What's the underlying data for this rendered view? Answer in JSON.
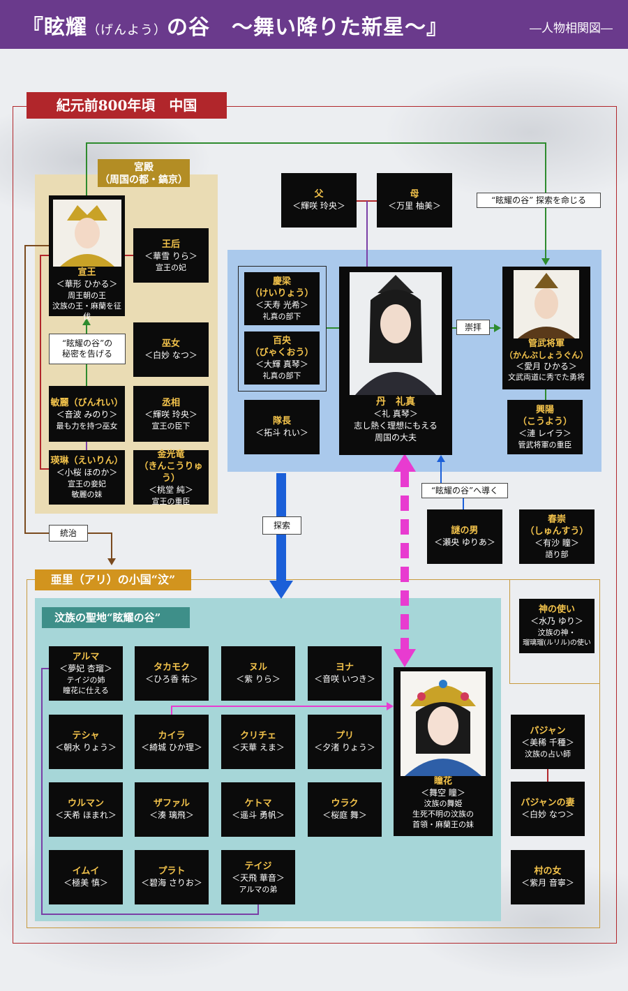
{
  "header": {
    "title_a": "『眩耀",
    "title_ruby": "（げんよう）",
    "title_b": "の谷　～舞い降りた新星～』",
    "subtitle": "―人物相関図―"
  },
  "era": "紀元前800年頃　中国",
  "palace": {
    "label_line1": "宮殿",
    "label_line2": "（周国の都・鎬京）"
  },
  "ari": "亜里（アリ）の小国“汶”",
  "seichi": "汶族の聖地“眩耀の谷”",
  "tags": {
    "order": "“眩耀の谷” 探索を命じる",
    "secret_line1": "“眩耀の谷”の",
    "secret_line2": "秘密を告げる",
    "worship": "崇拝",
    "lead": "“眩耀の谷”へ導く",
    "search": "探索",
    "rule": "統治"
  },
  "chars": {
    "senou": {
      "name": "宣王",
      "actor": "＜華形 ひかる＞",
      "d1": "周王朝の王",
      "d2": "汶族の王・麻蘭を征伐"
    },
    "ougou": {
      "name": "王后",
      "actor": "＜華雪 りら＞",
      "d1": "宣王の妃"
    },
    "miko": {
      "name": "巫女",
      "actor": "＜白妙 なつ＞"
    },
    "binrei": {
      "name": "敏麗（びんれい）",
      "actor": "＜音波 みのり＞",
      "d1": "最も力を持つ巫女"
    },
    "joushou": {
      "name": "丞相",
      "actor": "＜輝咲 玲央＞",
      "d1": "宣王の臣下"
    },
    "eirin": {
      "name": "瑛琳（えいりん）",
      "actor": "＜小桜 ほのか＞",
      "d1": "宣王の妾妃",
      "d2": "敏麗の妹"
    },
    "kinkouryu": {
      "name": "金光竜",
      "name2": "（きんこうりゅう）",
      "actor": "＜桃堂 純＞",
      "d1": "宣王の重臣"
    },
    "chichi": {
      "name": "父",
      "actor": "＜輝咲 玲央＞"
    },
    "haha": {
      "name": "母",
      "actor": "＜万里 柚美＞"
    },
    "keiryou": {
      "name": "慶梁",
      "name2": "（けいりょう）",
      "actor": "＜天寿 光希＞",
      "d1": "礼真の部下"
    },
    "hyakuou": {
      "name": "百央",
      "name2": "（びゃくおう）",
      "actor": "＜大輝 真琴＞",
      "d1": "礼真の部下"
    },
    "taichou": {
      "name": "隊長",
      "actor": "＜拓斗 れい＞"
    },
    "reishin": {
      "name": "丹　礼真",
      "actor": "＜礼 真琴＞",
      "d1": "志し熱く理想にもえる",
      "d2": "周国の大夫"
    },
    "kanbu": {
      "name": "管武将軍",
      "name2": "（かんぶしょうぐん）",
      "actor": "＜愛月 ひかる＞",
      "d1": "文武両道に秀でた勇将"
    },
    "kouyou": {
      "name": "興陽",
      "name2": "（こうよう）",
      "actor": "＜漣 レイラ＞",
      "d1": "管武将軍の重臣"
    },
    "nazo": {
      "name": "謎の男",
      "actor": "＜瀬央 ゆりあ＞"
    },
    "shunsui": {
      "name": "春崇",
      "name2": "（しゅんすう）",
      "actor": "＜有沙 瞳＞",
      "d1": "語り部"
    },
    "kami": {
      "name": "神の使い",
      "actor": "＜水乃 ゆり＞",
      "d1": "汶族の神・",
      "d2": "瑠璃瑠(ルリル)の使い"
    },
    "aruma": {
      "name": "アルマ",
      "actor": "＜夢妃 杏瑠＞",
      "d1": "テイジの姉",
      "d2": "瞳花に仕える"
    },
    "takamoku": {
      "name": "タカモク",
      "actor": "＜ひろ香 祐＞"
    },
    "nuru": {
      "name": "ヌル",
      "actor": "＜紫 りら＞"
    },
    "yona": {
      "name": "ヨナ",
      "actor": "＜音咲 いつき＞"
    },
    "tesha": {
      "name": "テシャ",
      "actor": "＜朝水 りょう＞"
    },
    "kaira": {
      "name": "カイラ",
      "actor": "＜綺城 ひか理＞"
    },
    "kuriche": {
      "name": "クリチェ",
      "actor": "＜天華 えま＞"
    },
    "puri": {
      "name": "プリ",
      "actor": "＜夕渚 りょう＞"
    },
    "uruman": {
      "name": "ウルマン",
      "actor": "＜天希 ほまれ＞"
    },
    "zafaru": {
      "name": "ザファル",
      "actor": "＜湊 璃飛＞"
    },
    "ketoma": {
      "name": "ケトマ",
      "actor": "＜遥斗 勇帆＞"
    },
    "uraku": {
      "name": "ウラク",
      "actor": "＜桜庭 舞＞"
    },
    "imui": {
      "name": "イムイ",
      "actor": "＜極美 慎＞"
    },
    "purato": {
      "name": "プラト",
      "actor": "＜碧海 さりお＞"
    },
    "teiji": {
      "name": "テイジ",
      "actor": "＜天飛 華音＞",
      "d1": "アルマの弟"
    },
    "douka": {
      "name": "瞳花",
      "actor": "＜舞空 瞳＞",
      "d1": "汶族の舞姫",
      "d2": "生死不明の汶族の",
      "d3": "首領・麻蘭王の妹"
    },
    "pajan": {
      "name": "パジャン",
      "actor": "＜美稀 千種＞",
      "d1": "汶族の占い師"
    },
    "pajan_tsuma": {
      "name": "パジャンの妻",
      "actor": "＜白妙 なつ＞"
    },
    "muranoonna": {
      "name": "村の女",
      "actor": "＜紫月 音寧＞"
    }
  },
  "colors": {
    "header": "#6a3a8c",
    "era": "#b1262b",
    "palace": "#eadcb4",
    "blue": "#aac9ec",
    "teal": "#a6d6d8",
    "gold": "#d2941e",
    "green": "#2e8b2e",
    "purple": "#7a3fa6",
    "magenta": "#e83bd0",
    "arrow_blue": "#1b5fd8",
    "brown": "#7a4a1e"
  }
}
